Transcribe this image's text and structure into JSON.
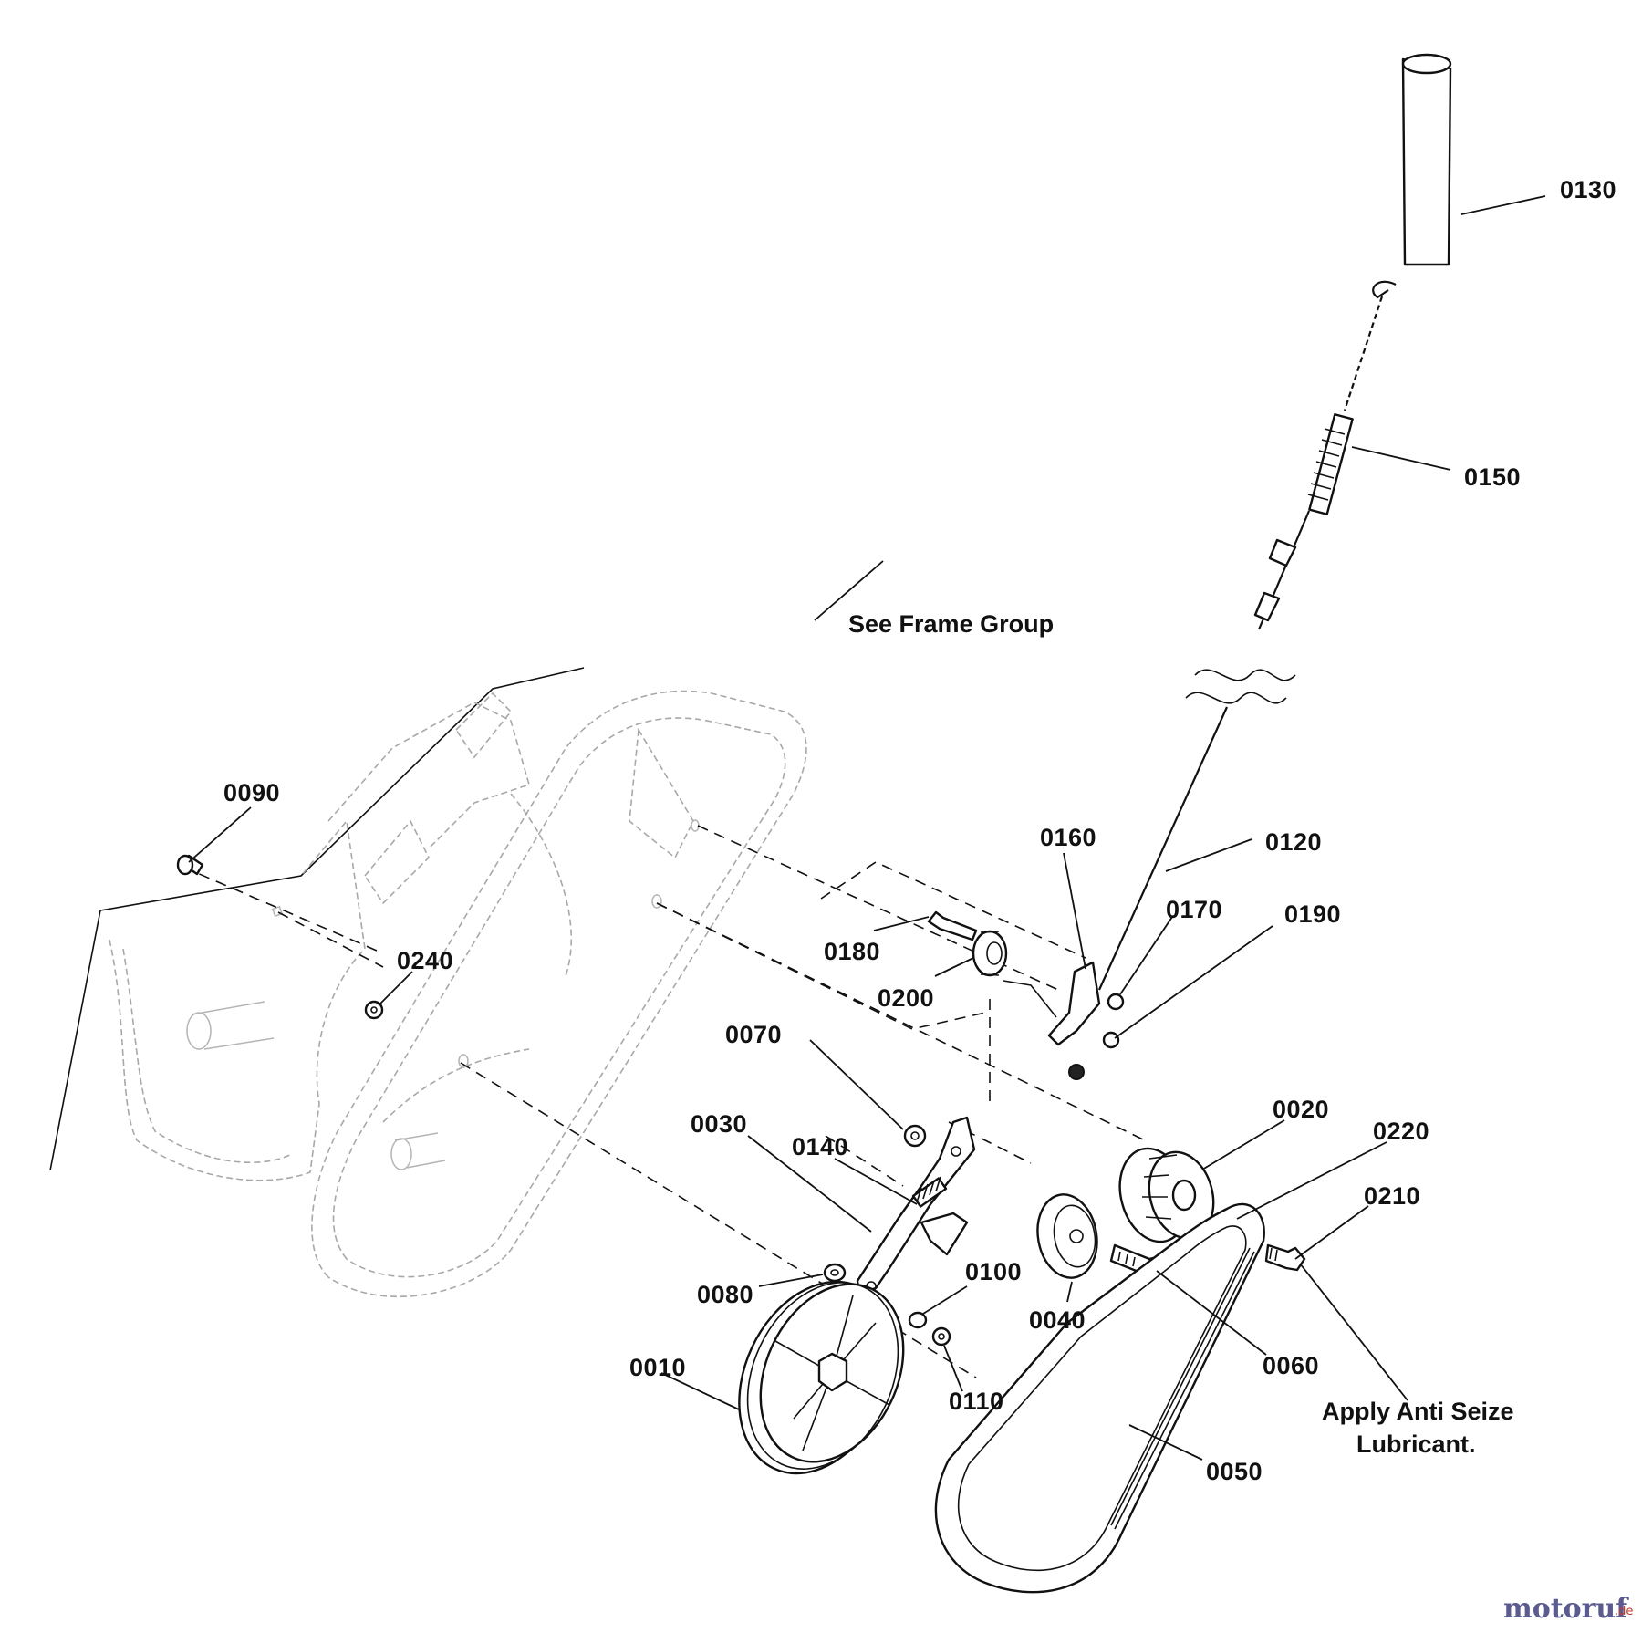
{
  "colors": {
    "line": "#111111",
    "ghost": "#a8a8a8",
    "background": "#ffffff",
    "watermark_main": "#5b5b8f",
    "watermark_accent": "#c83a2e"
  },
  "callouts": {
    "p0010": "0010",
    "p0020": "0020",
    "p0030": "0030",
    "p0040": "0040",
    "p0050": "0050",
    "p0060": "0060",
    "p0070": "0070",
    "p0080": "0080",
    "p0090": "0090",
    "p0100": "0100",
    "p0110": "0110",
    "p0120": "0120",
    "p0130": "0130",
    "p0140": "0140",
    "p0150": "0150",
    "p0160": "0160",
    "p0170": "0170",
    "p0180": "0180",
    "p0190": "0190",
    "p0200": "0200",
    "p0210": "0210",
    "p0220": "0220",
    "p0240": "0240"
  },
  "notes": {
    "frame_group": "See Frame Group",
    "anti_seize_line1": "Apply Anti Seize",
    "anti_seize_line2": "Lubricant."
  },
  "watermark": {
    "text": "motoruf",
    "suffix": ".de"
  }
}
